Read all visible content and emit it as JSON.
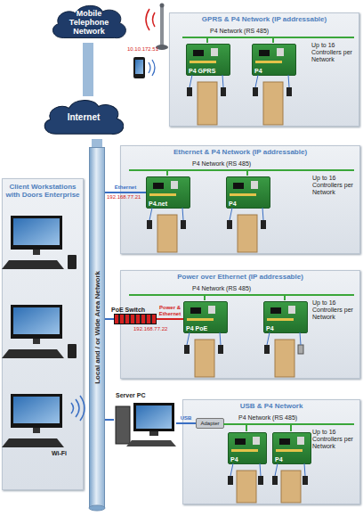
{
  "diagram": {
    "nodes": [
      {
        "text": [
          "Mobile Telephone Network"
        ]
      },
      {
        "text": [
          "Internet"
        ]
      },
      {
        "text": [
          "Local and / or Wide Area Network"
        ]
      },
      {
        "text": [
          "Client Workstations with Doors Enterprise"
        ]
      },
      {
        "text": [
          "PoE Switch"
        ]
      },
      {
        "text": [
          "Server PC"
        ]
      },
      {
        "text": [
          "GPRS & P4 Network (IP addressable)",
          "P4 Network (RS 485)",
          "Up to 16 Controllers per Network"
        ]
      },
      {
        "text": [
          "P4 GPRS"
        ],
        "in": 6
      },
      {
        "text": [
          "P4"
        ],
        "in": 6
      },
      {
        "text": [
          "Ethernet & P4 Network (IP addressable)",
          "P4 Network (RS 485)",
          "Up to 16 Controllers per Network"
        ]
      },
      {
        "text": [
          "P4.net"
        ],
        "in": 9
      },
      {
        "text": [
          "P4"
        ],
        "in": 9
      },
      {
        "text": [
          "Power over Ethernet (IP addressable)",
          "P4 Network (RS 485)",
          "Up to 16 Controllers per Network"
        ]
      },
      {
        "text": [
          "P4 PoE"
        ],
        "in": 12
      },
      {
        "text": [
          "P4"
        ],
        "in": 12
      },
      {
        "text": [
          "USB & P4 Network",
          "P4 Network (RS 485)",
          "Up to 16 Controllers per Network"
        ]
      },
      {
        "text": [
          "Adapter"
        ],
        "in": 15
      },
      {
        "text": [
          "P4"
        ],
        "in": 15
      },
      {
        "text": [
          "P4"
        ],
        "in": 15
      }
    ],
    "edges": [
      {
        "from": 0,
        "to": 1,
        "arrow": "none"
      },
      {
        "from": 1,
        "to": 2,
        "arrow": "none"
      },
      {
        "from": 2,
        "to": 10,
        "label": "Ethernet",
        "arrow": "none"
      },
      {
        "from": 2,
        "to": 4,
        "arrow": "none"
      },
      {
        "from": 4,
        "to": 13,
        "label": "Power & Ethernet",
        "arrow": "none"
      },
      {
        "from": 2,
        "to": 5,
        "arrow": "none"
      },
      {
        "from": 5,
        "to": 16,
        "label": "USB",
        "arrow": "none"
      }
    ],
    "labels": [
      "10.10.172.51",
      "192.168.77.21",
      "192.168.77.22",
      "Wi-Fi"
    ]
  }
}
